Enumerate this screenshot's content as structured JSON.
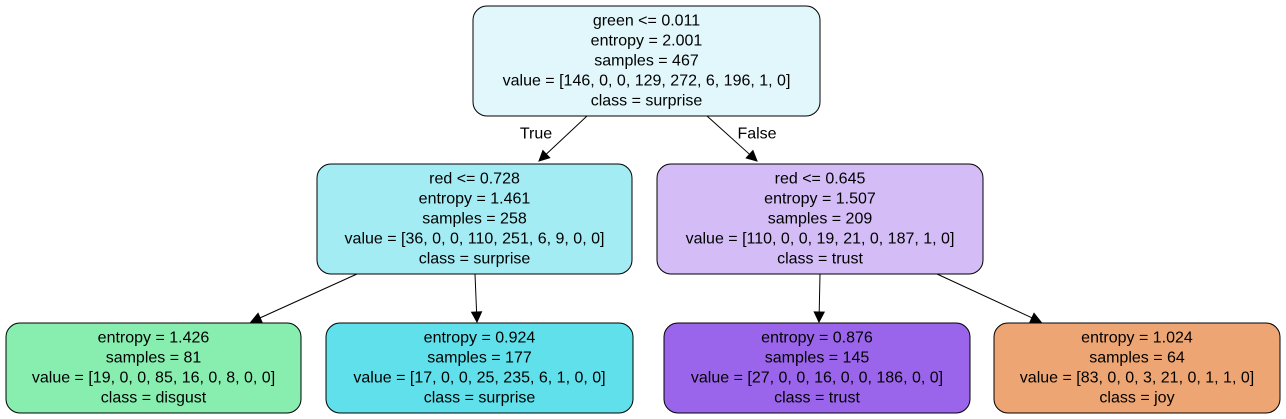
{
  "tree": {
    "nodes": [
      {
        "id": "n0",
        "fill": "#e1f7fb",
        "lines": [
          "green <= 0.011",
          "entropy = 2.001",
          "samples = 467",
          "value = [146, 0, 0, 129, 272, 6, 196, 1, 0]",
          "class = surprise"
        ]
      },
      {
        "id": "n1",
        "fill": "#a3ecf3",
        "lines": [
          "red <= 0.728",
          "entropy = 1.461",
          "samples = 258",
          "value = [36, 0, 0, 110, 251, 6, 9, 0, 0]",
          "class = surprise"
        ]
      },
      {
        "id": "n2",
        "fill": "#d4bdf7",
        "lines": [
          "red <= 0.645",
          "entropy = 1.507",
          "samples = 209",
          "value = [110, 0, 0, 19, 21, 0, 187, 1, 0]",
          "class = trust"
        ]
      },
      {
        "id": "n3",
        "fill": "#88eeb0",
        "lines": [
          "entropy = 1.426",
          "samples = 81",
          "value = [19, 0, 0, 85, 16, 0, 8, 0, 0]",
          "class = disgust"
        ]
      },
      {
        "id": "n4",
        "fill": "#5fe0ea",
        "lines": [
          "entropy = 0.924",
          "samples = 177",
          "value = [17, 0, 0, 25, 235, 6, 1, 0, 0]",
          "class = surprise"
        ]
      },
      {
        "id": "n5",
        "fill": "#9b65eb",
        "lines": [
          "entropy = 0.876",
          "samples = 145",
          "value = [27, 0, 0, 16, 0, 0, 186, 0, 0]",
          "class = trust"
        ]
      },
      {
        "id": "n6",
        "fill": "#eda673",
        "lines": [
          "entropy = 1.024",
          "samples = 64",
          "value = [83, 0, 0, 3, 21, 0, 1, 1, 0]",
          "class = joy"
        ]
      }
    ],
    "edges": [
      {
        "from": "n0",
        "to": "n1",
        "label": "True"
      },
      {
        "from": "n0",
        "to": "n2",
        "label": "False"
      },
      {
        "from": "n1",
        "to": "n3",
        "label": ""
      },
      {
        "from": "n1",
        "to": "n4",
        "label": ""
      },
      {
        "from": "n2",
        "to": "n5",
        "label": ""
      },
      {
        "from": "n2",
        "to": "n6",
        "label": ""
      }
    ]
  }
}
